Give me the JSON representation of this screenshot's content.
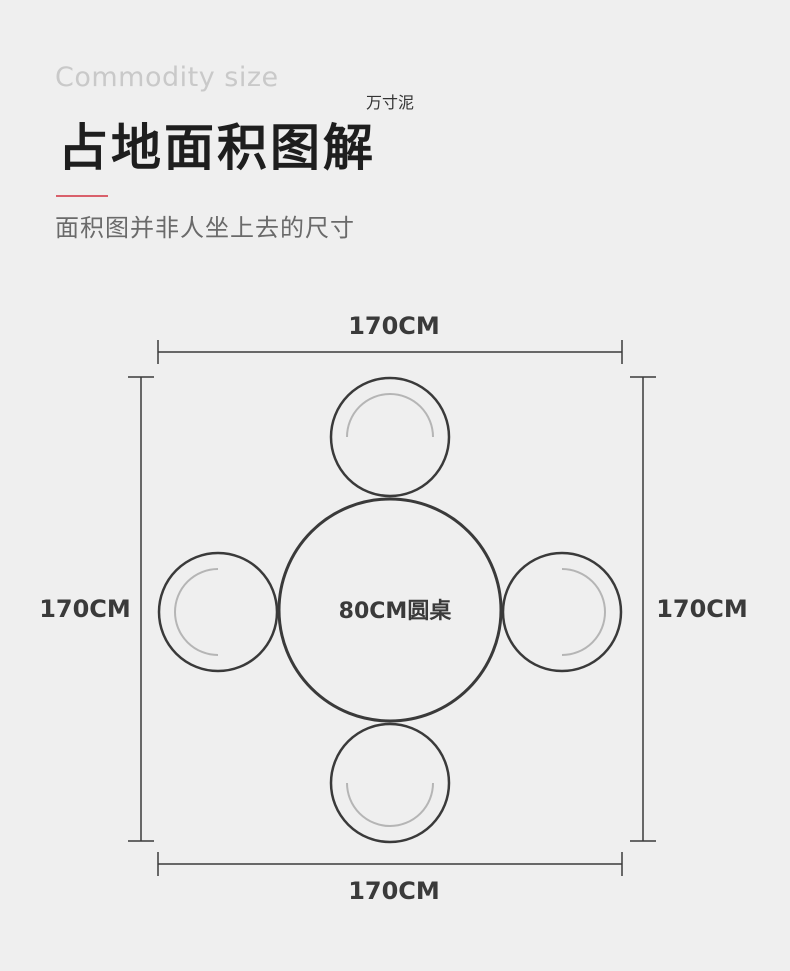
{
  "header": {
    "subtitle_en": "Commodity size",
    "brand": "万寸泥",
    "title": "占地面积图解",
    "note": "面积图并非人坐上去的尺寸"
  },
  "diagram": {
    "width_top": "170CM",
    "width_bottom": "170CM",
    "height_left": "170CM",
    "height_right": "170CM",
    "table_label": "80CM圆桌"
  },
  "colors": {
    "background": "#efefef",
    "accent": "#d9606b",
    "outline": "#3a3a3a",
    "chair_inner_arc": "#b5b5b5"
  }
}
